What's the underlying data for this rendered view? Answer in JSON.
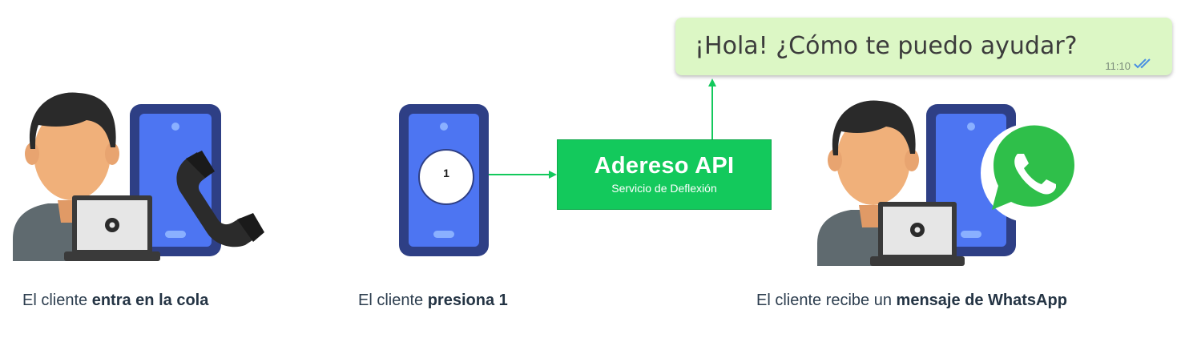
{
  "chat_bubble": {
    "message": "¡Hola! ¿Cómo te puedo ayudar?",
    "time": "11:10"
  },
  "api_box": {
    "title": "Adereso API",
    "subtitle": "Servicio de Deflexión"
  },
  "keypad_digit": "1",
  "steps": [
    {
      "prefix": "El cliente ",
      "bold": "entra en la cola"
    },
    {
      "prefix": "El cliente ",
      "bold": "presiona 1"
    },
    {
      "prefix": "El cliente recibe un ",
      "bold": "mensaje de WhatsApp"
    }
  ],
  "colors": {
    "arrow_green": "#13c95c",
    "phone_blue": "#3c66ee",
    "phone_dark": "#2e3f85",
    "whatsapp_green": "#2fbf4a",
    "skin": "#f0b07a",
    "hair": "#2a2a2a",
    "shirt": "#5f6a6f",
    "bubble_bg": "#dcf7c5",
    "tick_blue": "#4a90e2"
  }
}
